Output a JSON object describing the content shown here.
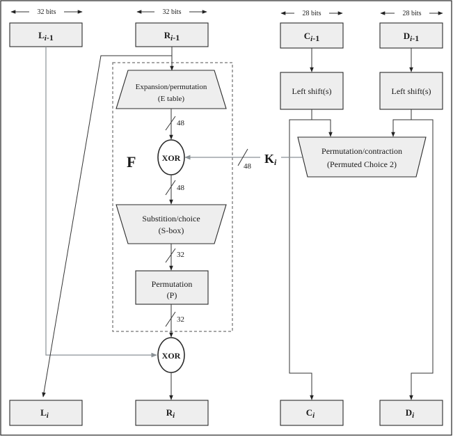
{
  "top_boxes": {
    "l_prev": {
      "base": "L",
      "sub": "i",
      "suffix": "-1",
      "width_label": "32 bits"
    },
    "r_prev": {
      "base": "R",
      "sub": "i",
      "suffix": "-1",
      "width_label": "32 bits"
    },
    "c_prev": {
      "base": "C",
      "sub": "i",
      "suffix": "-1",
      "width_label": "28 bits"
    },
    "d_prev": {
      "base": "D",
      "sub": "i",
      "suffix": "-1",
      "width_label": "28 bits"
    }
  },
  "bottom_boxes": {
    "l_out": {
      "base": "L",
      "sub": "i"
    },
    "r_out": {
      "base": "R",
      "sub": "i"
    },
    "c_out": {
      "base": "C",
      "sub": "i"
    },
    "d_out": {
      "base": "D",
      "sub": "i"
    }
  },
  "f_function": {
    "label": "F",
    "expansion": {
      "line1": "Expansion/permutation",
      "line2": "(E table)"
    },
    "xor_inner": "XOR",
    "substitution": {
      "line1": "Substition/choice",
      "line2": "(S-box)"
    },
    "permutation": {
      "line1": "Permutation",
      "line2": "(P)"
    }
  },
  "xor_outer": "XOR",
  "left_shift_c": "Left shift(s)",
  "left_shift_d": "Left shift(s)",
  "pc2": {
    "line1": "Permutation/contraction",
    "line2": "(Permuted Choice 2)"
  },
  "key": {
    "base": "K",
    "sub": "i"
  },
  "bit_labels": {
    "after_expansion": "48",
    "after_xor": "48",
    "key_bits": "48",
    "after_sbox": "32",
    "after_permutation": "32"
  }
}
